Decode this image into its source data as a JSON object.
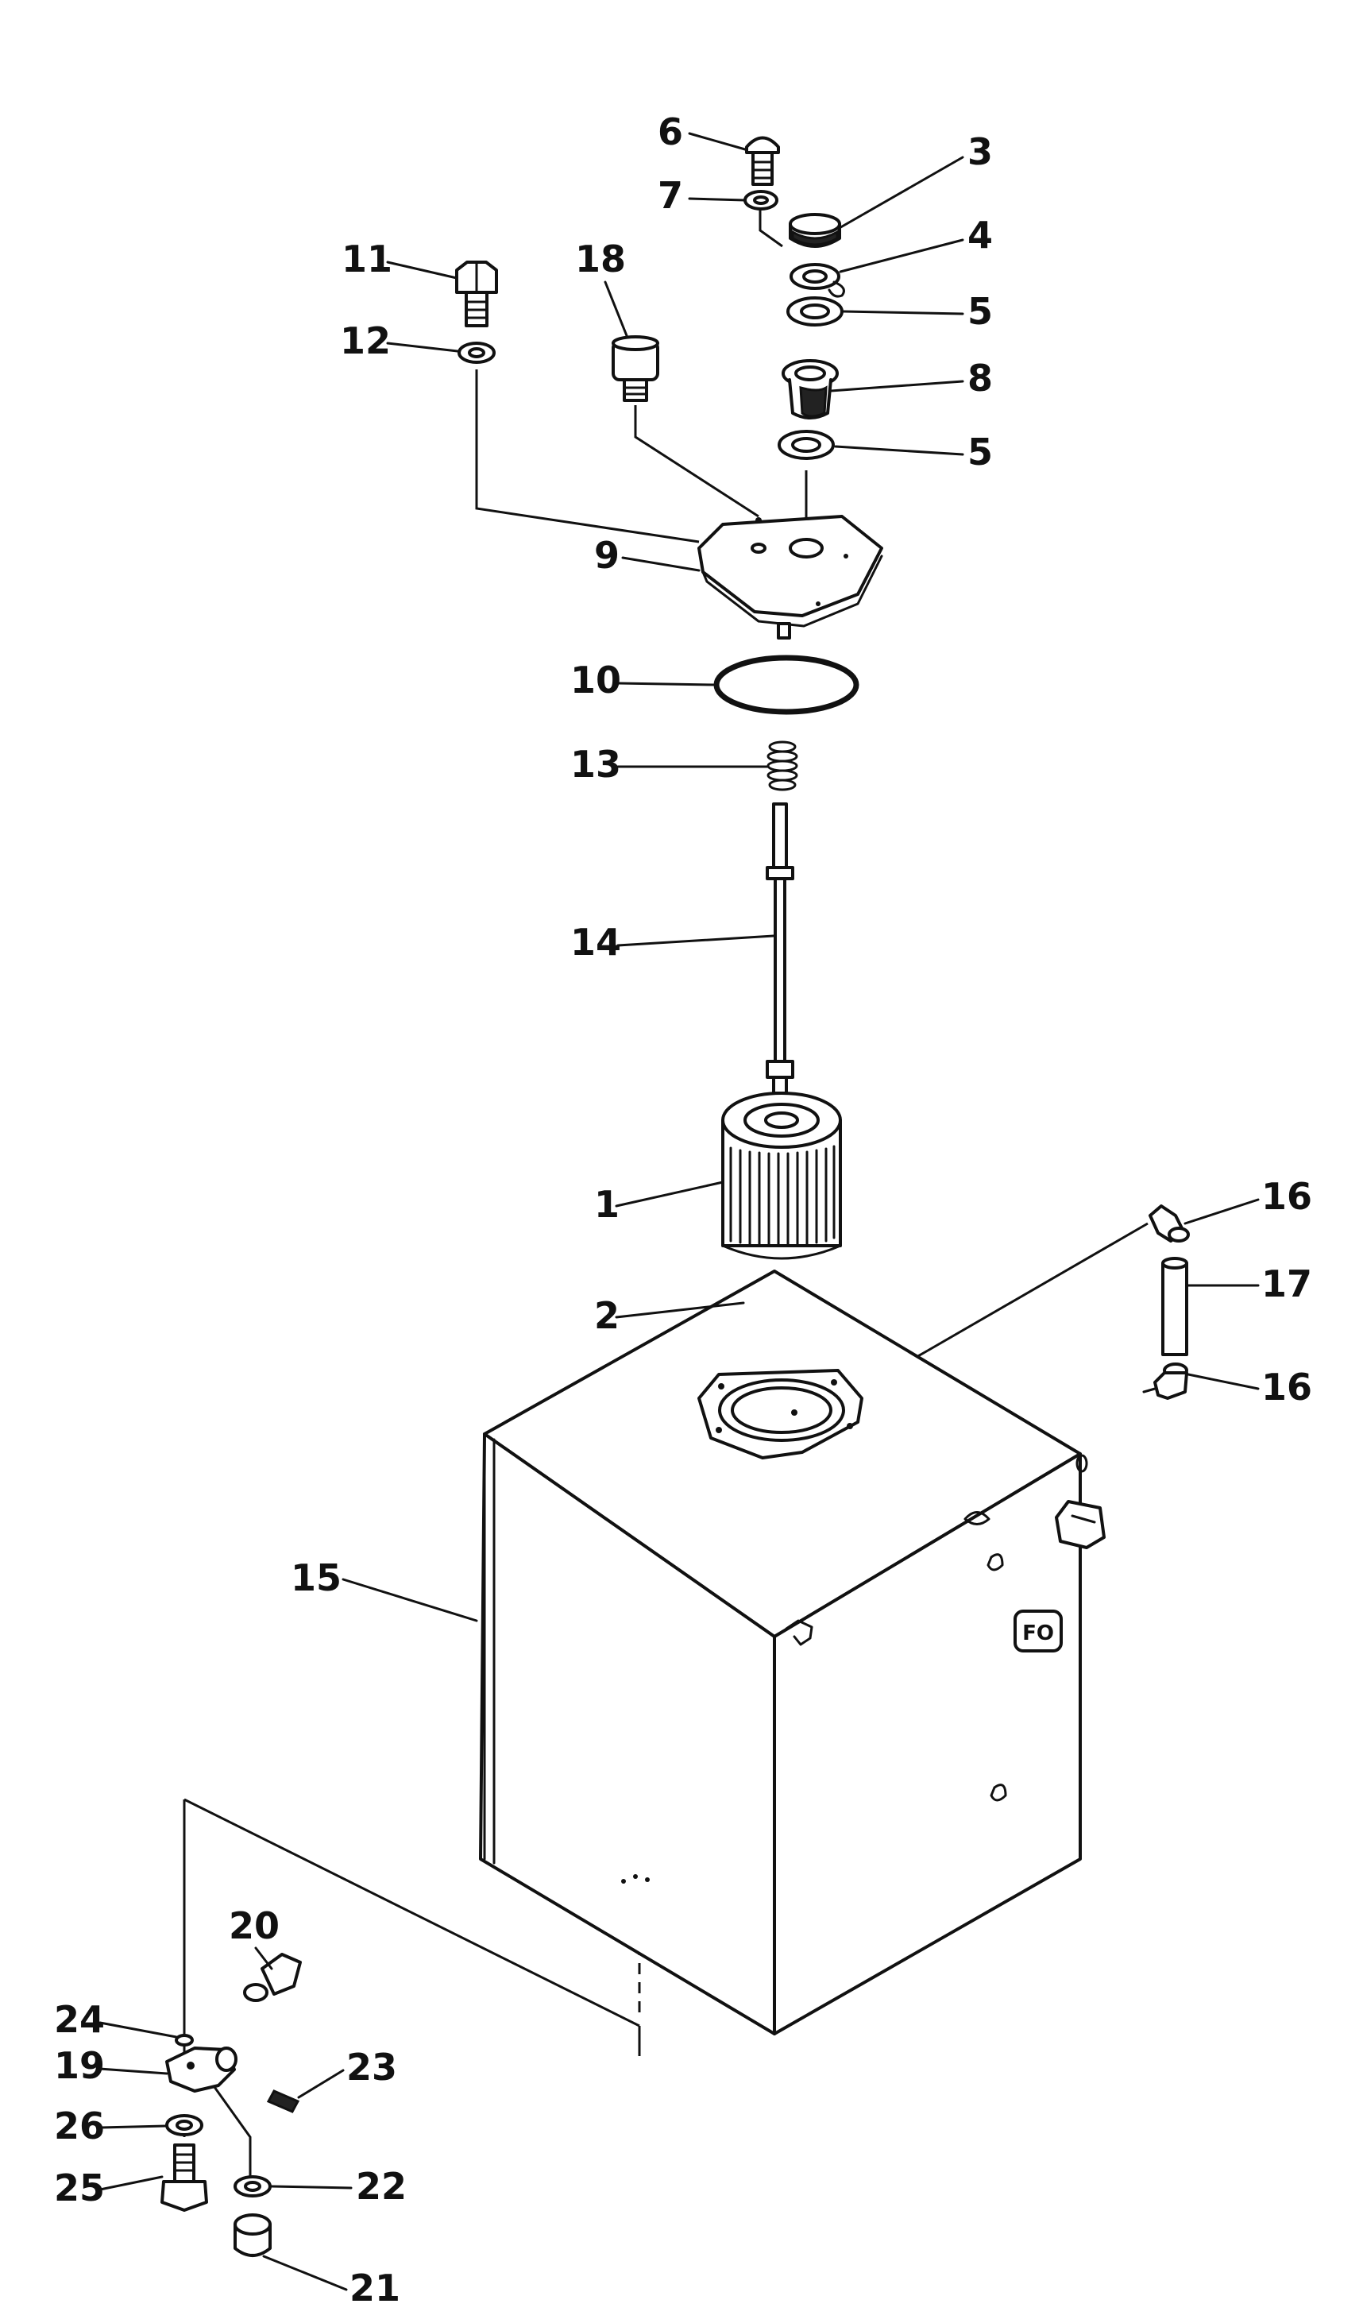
{
  "diagram": {
    "callouts": {
      "c1": "1",
      "c2": "2",
      "c3": "3",
      "c4": "4",
      "c5a": "5",
      "c5b": "5",
      "c6": "6",
      "c7": "7",
      "c8": "8",
      "c9": "9",
      "c10": "10",
      "c11": "11",
      "c12": "12",
      "c13": "13",
      "c14": "14",
      "c15": "15",
      "c16a": "16",
      "c16b": "16",
      "c17": "17",
      "c18": "18",
      "c19": "19",
      "c20": "20",
      "c21": "21",
      "c22": "22",
      "c23": "23",
      "c24": "24",
      "c25": "25",
      "c26": "26"
    },
    "tank_plate_text": "FO"
  }
}
